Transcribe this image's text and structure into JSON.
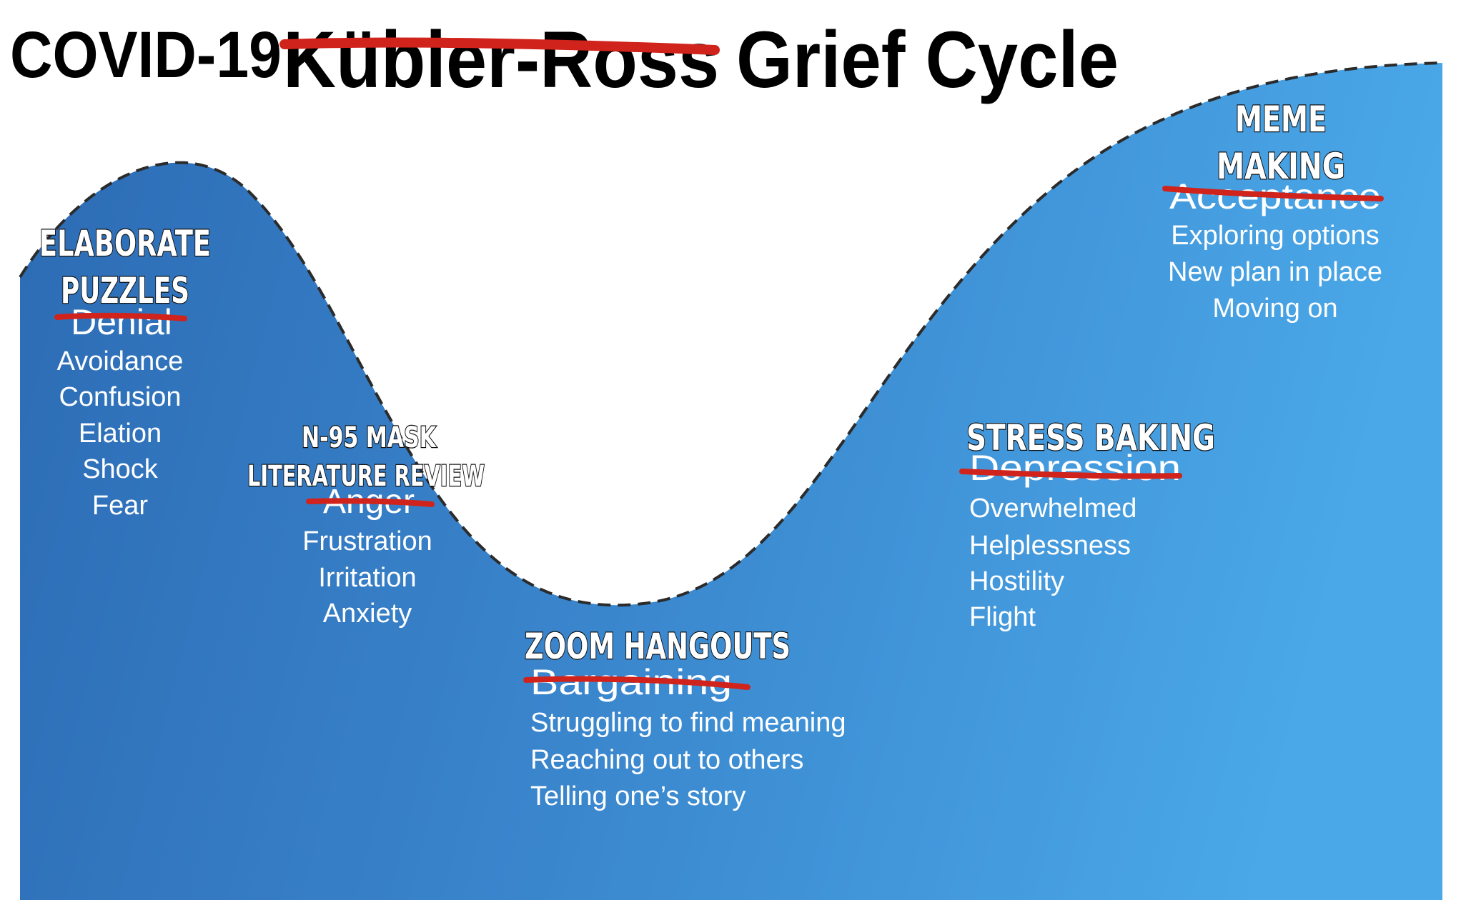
{
  "title": {
    "prefix": "COVID-19",
    "struck": "Kübler-Ross",
    "suffix": "Grief Cycle"
  },
  "colors": {
    "curve_fill_start": "#2f6fb7",
    "curve_fill_end": "#49a6e6",
    "strike": "#d0231c",
    "text": "#ffffff",
    "title": "#000000"
  },
  "stages": [
    {
      "meme_lines": [
        "ELABORATE",
        "PUZZLES"
      ],
      "original": "Denial",
      "items": [
        "Avoidance",
        "Confusion",
        "Elation",
        "Shock",
        "Fear"
      ]
    },
    {
      "meme_lines": [
        "N-95 MASK",
        "LITERATURE REVIEW"
      ],
      "original": "Anger",
      "items": [
        "Frustration",
        "Irritation",
        "Anxiety"
      ]
    },
    {
      "meme_lines": [
        "ZOOM HANGOUTS"
      ],
      "original": "Bargaining",
      "items": [
        "Struggling to find meaning",
        "Reaching out to others",
        "Telling one’s story"
      ]
    },
    {
      "meme_lines": [
        "STRESS BAKING"
      ],
      "original": "Depression",
      "items": [
        "Overwhelmed",
        "Helplessness",
        "Hostility",
        "Flight"
      ]
    },
    {
      "meme_lines": [
        "MEME",
        "MAKING"
      ],
      "original": "Acceptance",
      "items": [
        "Exploring options",
        "New plan in place",
        "Moving on"
      ]
    }
  ]
}
